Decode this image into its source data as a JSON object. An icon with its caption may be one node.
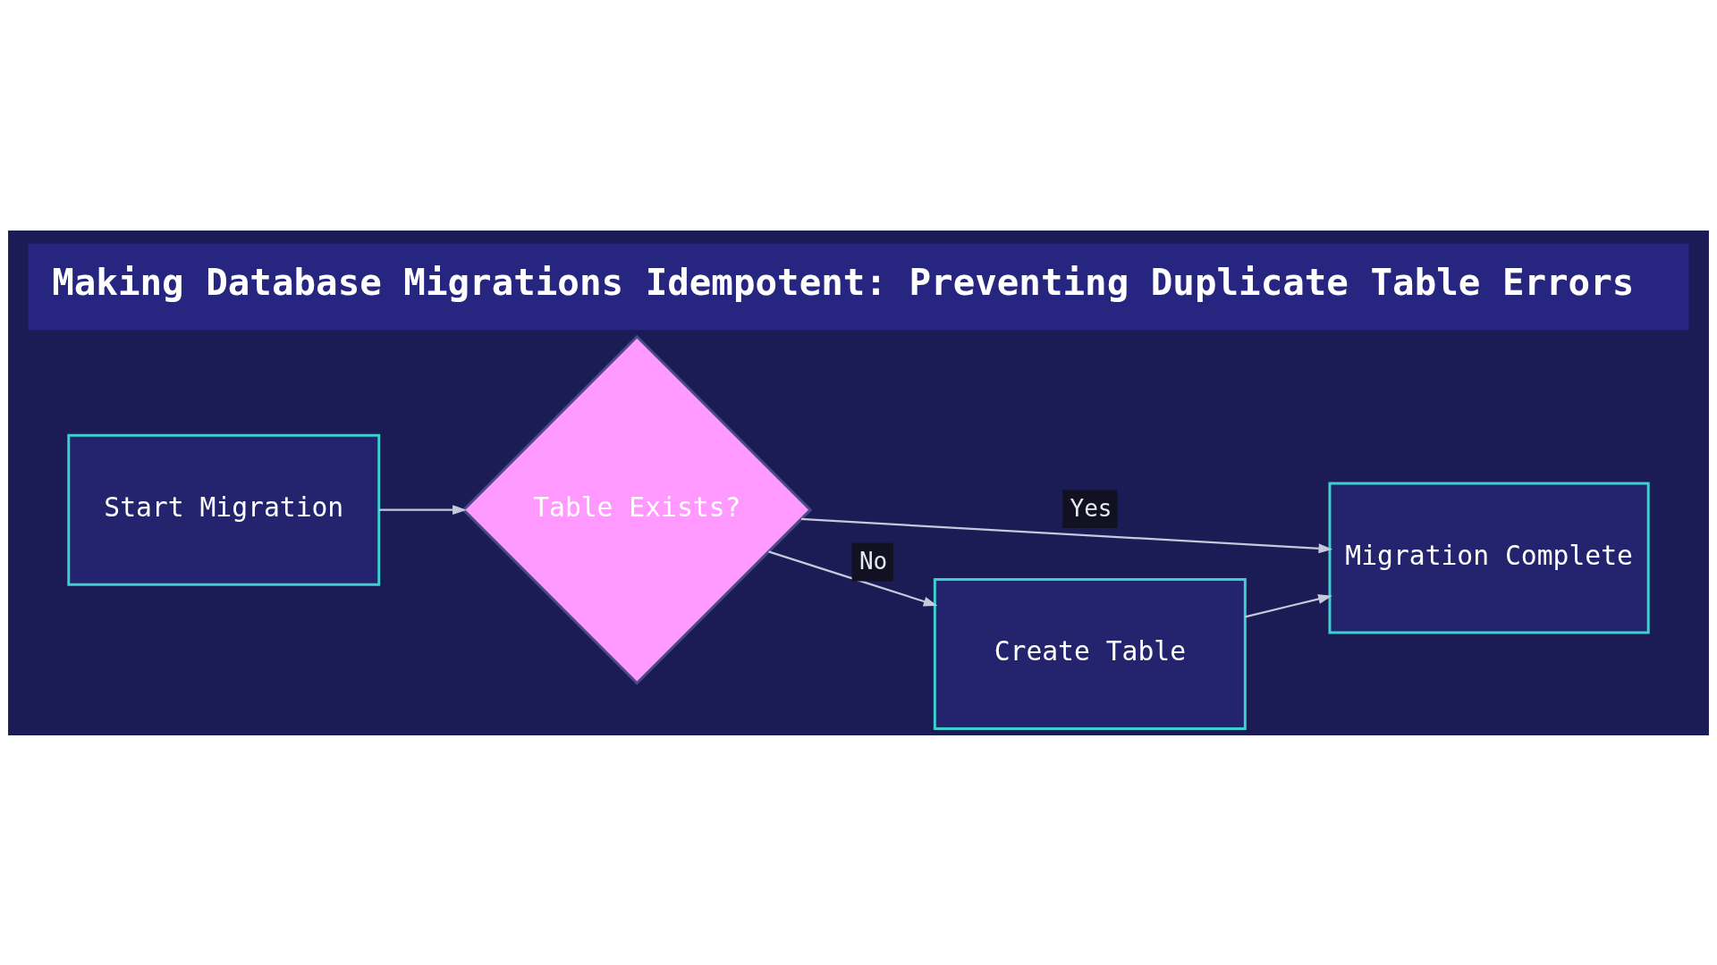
{
  "diagram": {
    "title": "Making Database Migrations Idempotent: Preventing Duplicate Table Errors",
    "nodes": [
      {
        "text": [
          "Start Migration"
        ]
      },
      {
        "text": [
          "Table Exists?"
        ]
      },
      {
        "text": [
          "Create Table"
        ]
      },
      {
        "text": [
          "Migration Complete"
        ]
      }
    ],
    "edges": [
      {
        "from": 0,
        "to": 1,
        "arrow": "to"
      },
      {
        "from": 1,
        "to": 3,
        "arrow": "to",
        "label": "Yes"
      },
      {
        "from": 1,
        "to": 2,
        "arrow": "to",
        "label": "No"
      },
      {
        "from": 2,
        "to": 3,
        "arrow": "to"
      }
    ]
  }
}
